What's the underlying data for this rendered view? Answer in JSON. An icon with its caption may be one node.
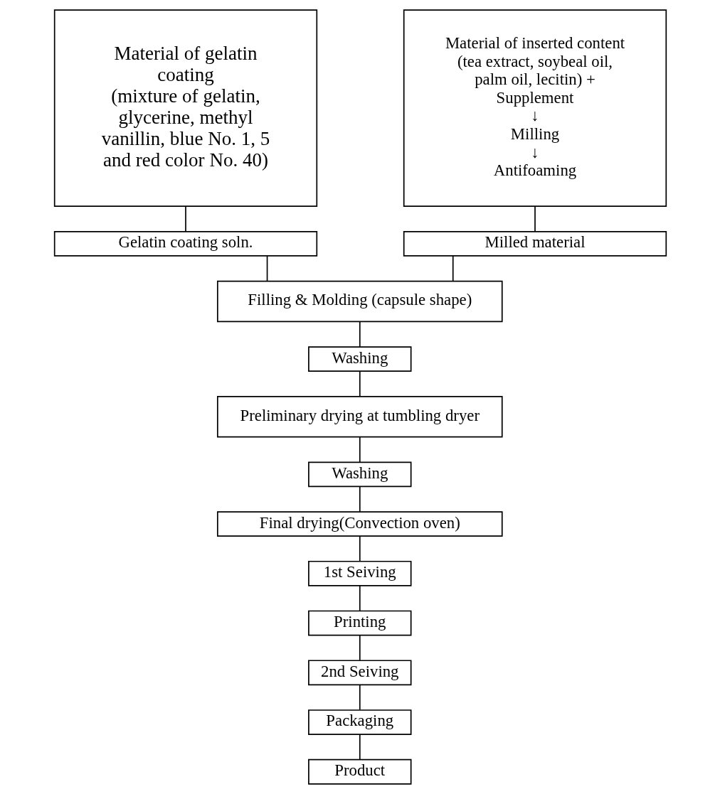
{
  "diagram": {
    "nodes": [
      {
        "text": [
          "Material of gelatin coating",
          "(mixture of gelatin, glycerine, methyl vanillin, blue No. 1, 5 and red color No. 40)"
        ]
      },
      {
        "text": [
          "Material of inserted content (tea extract, soybeal oil, palm oil, lecitin) + Supplement",
          "↓",
          "Milling",
          "↓",
          "Antifoaming"
        ]
      },
      {
        "text": [
          "Gelatin coating soln."
        ]
      },
      {
        "text": [
          "Milled material"
        ]
      },
      {
        "text": [
          "Filling & Molding (capsule shape)"
        ]
      },
      {
        "text": [
          "Washing"
        ]
      },
      {
        "text": [
          "Preliminary drying at tumbling dryer"
        ]
      },
      {
        "text": [
          "Washing"
        ]
      },
      {
        "text": [
          "Final drying(Convection oven)"
        ]
      },
      {
        "text": [
          "1st Seiving"
        ]
      },
      {
        "text": [
          "Printing"
        ]
      },
      {
        "text": [
          "2nd Seiving"
        ]
      },
      {
        "text": [
          "Packaging"
        ]
      },
      {
        "text": [
          "Product"
        ]
      }
    ],
    "edges": [
      {
        "from": 0,
        "to": 2,
        "arrow": "none"
      },
      {
        "from": 1,
        "to": 3,
        "arrow": "none"
      },
      {
        "from": 2,
        "to": 4,
        "arrow": "none"
      },
      {
        "from": 3,
        "to": 4,
        "arrow": "none"
      },
      {
        "from": 4,
        "to": 5,
        "arrow": "none"
      },
      {
        "from": 5,
        "to": 6,
        "arrow": "none"
      },
      {
        "from": 6,
        "to": 7,
        "arrow": "none"
      },
      {
        "from": 7,
        "to": 8,
        "arrow": "none"
      },
      {
        "from": 8,
        "to": 9,
        "arrow": "none"
      },
      {
        "from": 9,
        "to": 10,
        "arrow": "none"
      },
      {
        "from": 10,
        "to": 11,
        "arrow": "none"
      },
      {
        "from": 11,
        "to": 12,
        "arrow": "none"
      },
      {
        "from": 12,
        "to": 13,
        "arrow": "none"
      }
    ]
  }
}
